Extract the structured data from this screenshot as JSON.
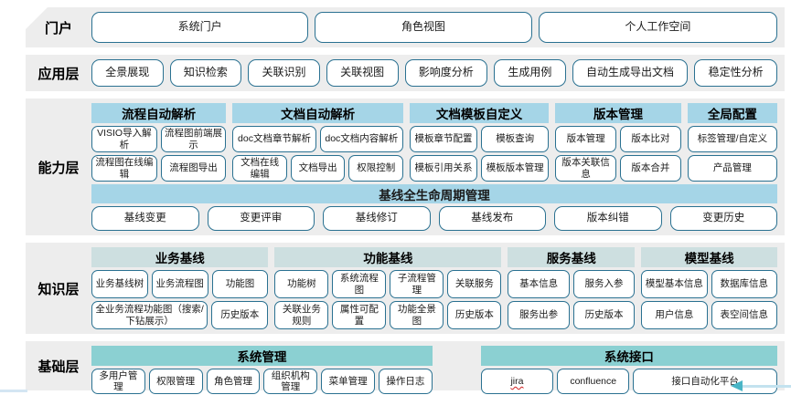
{
  "colors": {
    "band_bg": "#EDEDED",
    "button_border": "#2A7191",
    "header_blue": "#A5D5E7",
    "header_pale": "#CDDFE0",
    "header_teal": "#8BD0D2",
    "arrow_teal": "#49B5C6",
    "arrow_line": "#C3E2EF"
  },
  "layers": [
    {
      "id": "portal",
      "label": "门户",
      "type": "row",
      "buttons": [
        "系统门户",
        "角色视图",
        "个人工作空间"
      ]
    },
    {
      "id": "application",
      "label": "应用层",
      "type": "row",
      "buttons": [
        "全景展现",
        "知识检索",
        "关联识别",
        "关联视图",
        "影响度分析",
        "生成用例",
        "自动生成导出文档",
        "稳定性分析"
      ]
    },
    {
      "id": "capability",
      "label": "能力层",
      "type": "groups",
      "header_color": "header_blue",
      "groups": [
        {
          "header": "流程自动解析",
          "flex": 1.5,
          "rows": [
            [
              "VISIO导入解析",
              "流程图前端展示"
            ],
            [
              "流程图在线编辑",
              "流程图导出"
            ]
          ]
        },
        {
          "header": "文档自动解析",
          "flex": 1.9,
          "rows": [
            [
              "doc文档章节解析",
              "doc文档内容解析"
            ],
            [
              "文档在线编辑",
              "文档导出",
              "权限控制"
            ]
          ]
        },
        {
          "header": "文档模板自定义",
          "flex": 1.55,
          "rows": [
            [
              "模板章节配置",
              "模板查询"
            ],
            [
              "模板引用关系",
              "模板版本管理"
            ]
          ]
        },
        {
          "header": "版本管理",
          "flex": 1.4,
          "rows": [
            [
              "版本管理",
              "版本比对"
            ],
            [
              "版本关联信息",
              "版本合并"
            ]
          ]
        },
        {
          "header": "全局配置",
          "flex": 1.0,
          "rows": [
            [
              "标签管理/自定义"
            ],
            [
              "产品管理"
            ]
          ]
        }
      ],
      "baseline": {
        "header": "基线全生命周期管理",
        "buttons": [
          "基线变更",
          "变更评审",
          "基线修订",
          "基线发布",
          "版本纠错",
          "变更历史"
        ]
      }
    },
    {
      "id": "knowledge",
      "label": "知识层",
      "type": "groups",
      "header_color": "header_pale",
      "groups": [
        {
          "header": "业务基线",
          "flex": 1.95,
          "rows": [
            [
              "业务基线树",
              "业务流程图",
              "功能图"
            ],
            [
              {
                "label": "全业务流程功能图（搜索/下钻展示）",
                "flex": 2.2
              },
              "历史版本"
            ]
          ]
        },
        {
          "header": "功能基线",
          "flex": 2.5,
          "rows": [
            [
              "功能树",
              "系统流程图",
              "子流程管理",
              "关联服务"
            ],
            [
              "关联业务规则",
              "属性可配置",
              "功能全景图",
              "历史版本"
            ]
          ]
        },
        {
          "header": "服务基线",
          "flex": 1.4,
          "rows": [
            [
              "基本信息",
              "服务入参"
            ],
            [
              "服务出参",
              "历史版本"
            ]
          ]
        },
        {
          "header": "模型基线",
          "flex": 1.5,
          "rows": [
            [
              "模型基本信息",
              "数据库信息"
            ],
            [
              "用户信息",
              "表空间信息"
            ]
          ]
        }
      ]
    },
    {
      "id": "foundation",
      "label": "基础层",
      "type": "groups",
      "header_color": "header_teal",
      "groups": [
        {
          "header": "系统管理",
          "flex": 1.15,
          "rows": [
            [
              "多用户管理",
              "权限管理",
              "角色管理",
              "组织机构管理",
              "菜单管理",
              "操作日志"
            ]
          ]
        },
        {
          "header": "系统接口",
          "flex": 1.0,
          "gap_before": true,
          "rows": [
            [
              {
                "label": "jira",
                "underline": true
              },
              "confluence",
              {
                "label": "接口自动化平台",
                "flex": 2.1
              }
            ]
          ]
        }
      ]
    }
  ]
}
